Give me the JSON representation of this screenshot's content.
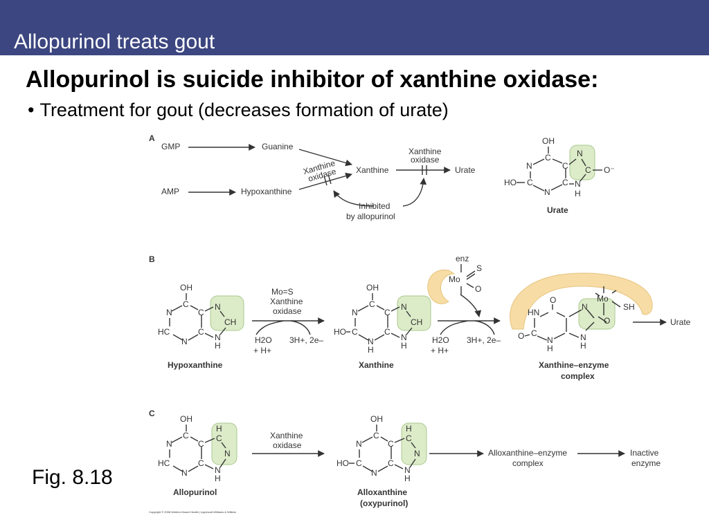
{
  "slide": {
    "title": "Allopurinol treats gout",
    "heading": "Allopurinol is suicide inhibitor of xanthine oxidase:",
    "bullet_marker": "•",
    "bullet": "Treatment for gout (decreases formation of  urate)",
    "fig_label": "Fig. 8.18"
  },
  "figure": {
    "panels": [
      "A",
      "B",
      "C"
    ],
    "panelA": {
      "gmp": "GMP",
      "guanine": "Guanine",
      "amp": "AMP",
      "hypoxanthine": "Hypoxanthine",
      "xo_left": [
        "Xanthine",
        "oxidase"
      ],
      "xanthine": "Xanthine",
      "xo_right": [
        "Xanthine",
        "oxidase"
      ],
      "urate": "Urate",
      "inhibited": [
        "Inhibited",
        "by allopurinol"
      ],
      "urate_caption": "Urate"
    },
    "panelB": {
      "reagent_top": [
        "Mo=S",
        "Xanthine",
        "oxidase"
      ],
      "water": "H2O",
      "proton": "+ H+",
      "electrons": "3H+, 2e–",
      "water2": "H2O",
      "proton2": "+ H+",
      "electrons2": "3H+, 2e–",
      "enz": "enz",
      "product": "Urate",
      "cap_hypo": "Hypoxanthine",
      "cap_xan": "Xanthine",
      "cap_complex": [
        "Xanthine–enzyme",
        "complex"
      ]
    },
    "panelC": {
      "reagent": [
        "Xanthine",
        "oxidase"
      ],
      "complex": [
        "Alloxanthine–enzyme",
        "complex"
      ],
      "inactive": [
        "Inactive",
        "enzyme"
      ],
      "cap_allo": "Allopurinol",
      "cap_alloxan": [
        "Alloxanthine",
        "(oxypurinol)"
      ]
    },
    "copyright": "Copyright © 2008 Wolters Kluwer Health | Lippincott Williams & Wilkins"
  }
}
